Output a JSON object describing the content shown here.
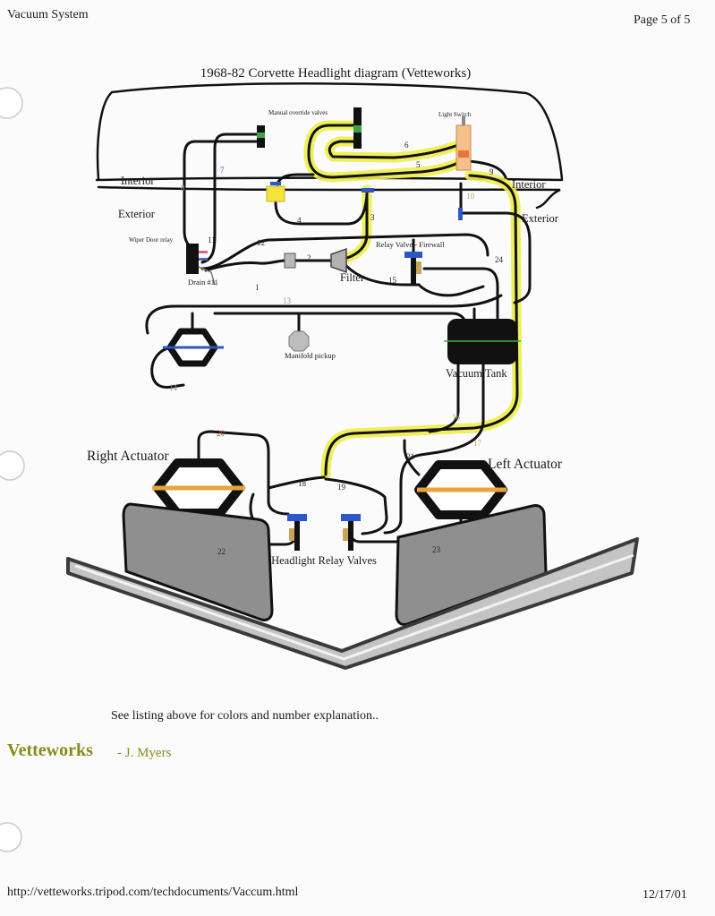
{
  "header": {
    "section_title": "Vacuum System",
    "page_indicator": "Page 5 of 5"
  },
  "diagram": {
    "title": "1968-82 Corvette Headlight diagram (Vetteworks)",
    "labels": {
      "manual_override_valves": "Manual override valves",
      "light_switch": "Light Switch",
      "interior_left": "Interior",
      "exterior_left": "Exterior",
      "interior_right": "Interior",
      "exterior_right": "Exterior",
      "wiper_door_relay": "Wiper Door relay",
      "drain": "Drain #11",
      "relay_valve_firewall": "Relay Valve - Firewall",
      "filter": "Filter",
      "manifold_pickup": "Manifold pickup",
      "vacuum_tank": "Vacuum Tank",
      "right_actuator": "Right Actuator",
      "left_actuator": "Left Actuator",
      "headlight_relay_valves": "Headlight Relay Valves"
    },
    "hose_numbers": {
      "n1": "1",
      "n2": "2",
      "n3": "3",
      "n4": "4",
      "n5": "5",
      "n6": "6",
      "n7": "7",
      "n8": "8",
      "n9": "9",
      "n10": "10",
      "n11": "11",
      "n12": "12",
      "n13": "13",
      "n14": "14",
      "n15": "15",
      "n16": "16",
      "n17": "17",
      "n18": "18",
      "n19": "19",
      "n20": "20",
      "n21": "21",
      "n22": "22",
      "n23": "23",
      "n24": "24"
    }
  },
  "caption": "See listing above for colors and number explanation..",
  "credit": {
    "brand": "Vetteworks",
    "author": "- J. Myers"
  },
  "footer": {
    "url": "http://vetteworks.tripod.com/techdocuments/Vaccum.html",
    "date": "12/17/01"
  },
  "colors": {
    "highlight": "#eeee4a",
    "hose": "#111111",
    "actuator_bar": "#e8a33a",
    "valve_cap": "#2b57c9",
    "panel": "#8f8f8f",
    "brand_text": "#8a8a1a"
  }
}
